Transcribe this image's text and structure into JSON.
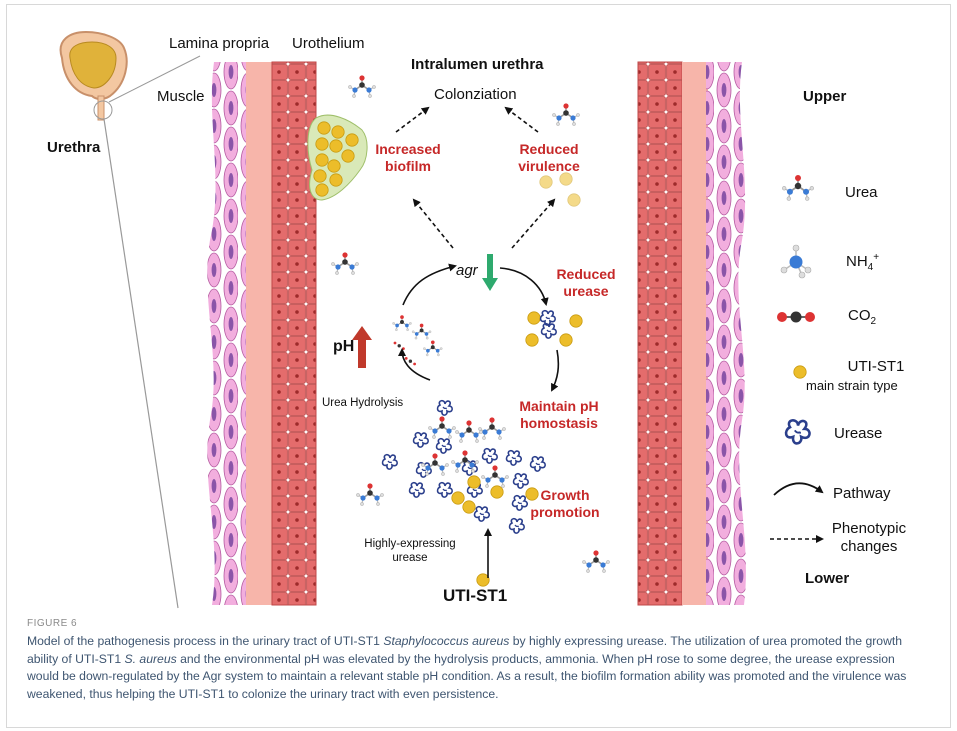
{
  "figure": {
    "label": "FIGURE 6",
    "caption_parts": [
      "Model of the pathogenesis process in the urinary tract of UTI-ST1 ",
      "Staphylococcus aureus",
      " by highly expressing urease. The utilization of urea promoted the growth ability of UTI-ST1 ",
      "S. aureus",
      " and the environmental pH was elevated by the hydrolysis products, ammonia. When pH rose to some degree, the urease expression would be down-regulated by the Agr system to maintain a relevant stable pH condition. As a result, the biofilm formation ability was promoted and the virulence was weakened, thus helping the UTI-ST1 to colonize the urinary tract with even persistence."
    ]
  },
  "anatomy": {
    "organ": "Urethra",
    "muscle": "Muscle",
    "lamina_propria": "Lamina propria",
    "urothelium": "Urothelium",
    "lumen": "Intralumen urethra"
  },
  "orientation": {
    "top": "Upper",
    "bottom": "Lower"
  },
  "process": {
    "colonization": "Colonziation",
    "increased_biofilm": [
      "Increased",
      "biofilm"
    ],
    "reduced_virulence": [
      "Reduced",
      "virulence"
    ],
    "agr": "agr",
    "reduced_urease": [
      "Reduced",
      "urease"
    ],
    "ph": "pH",
    "urea_hydrolysis": "Urea Hydrolysis",
    "maintain_ph": [
      "Maintain pH",
      "homostasis"
    ],
    "growth_promotion": [
      "Growth",
      "promotion"
    ],
    "highly_expressing": [
      "Highly-expressing",
      "urease"
    ],
    "strain": "UTI-ST1"
  },
  "legend": {
    "urea": "Urea",
    "nh4": "NH",
    "nh4_sub": "4",
    "nh4_sup": "+",
    "co2": "CO",
    "co2_sub": "2",
    "strain_line1": "UTI-ST1",
    "strain_line2": "main strain type",
    "urease": "Urease",
    "pathway": "Pathway",
    "phenotypic": [
      "Phenotypic",
      "changes"
    ]
  },
  "colors": {
    "muscle": "#ec9fd4",
    "muscle_nucleus": "#8a55a8",
    "lamina": "#f7b5aa",
    "urothelium": "#e26a6a",
    "label_red": "#c62828",
    "bacteria": "#ecbd2a",
    "urease": "#2b3f8c",
    "green_arrow": "#2eaa6e",
    "caption": "#3e5570"
  },
  "icons": [
    "bladder-icon",
    "urea-molecule-icon",
    "ammonium-icon",
    "co2-icon",
    "bacterium-icon",
    "urease-icon"
  ]
}
